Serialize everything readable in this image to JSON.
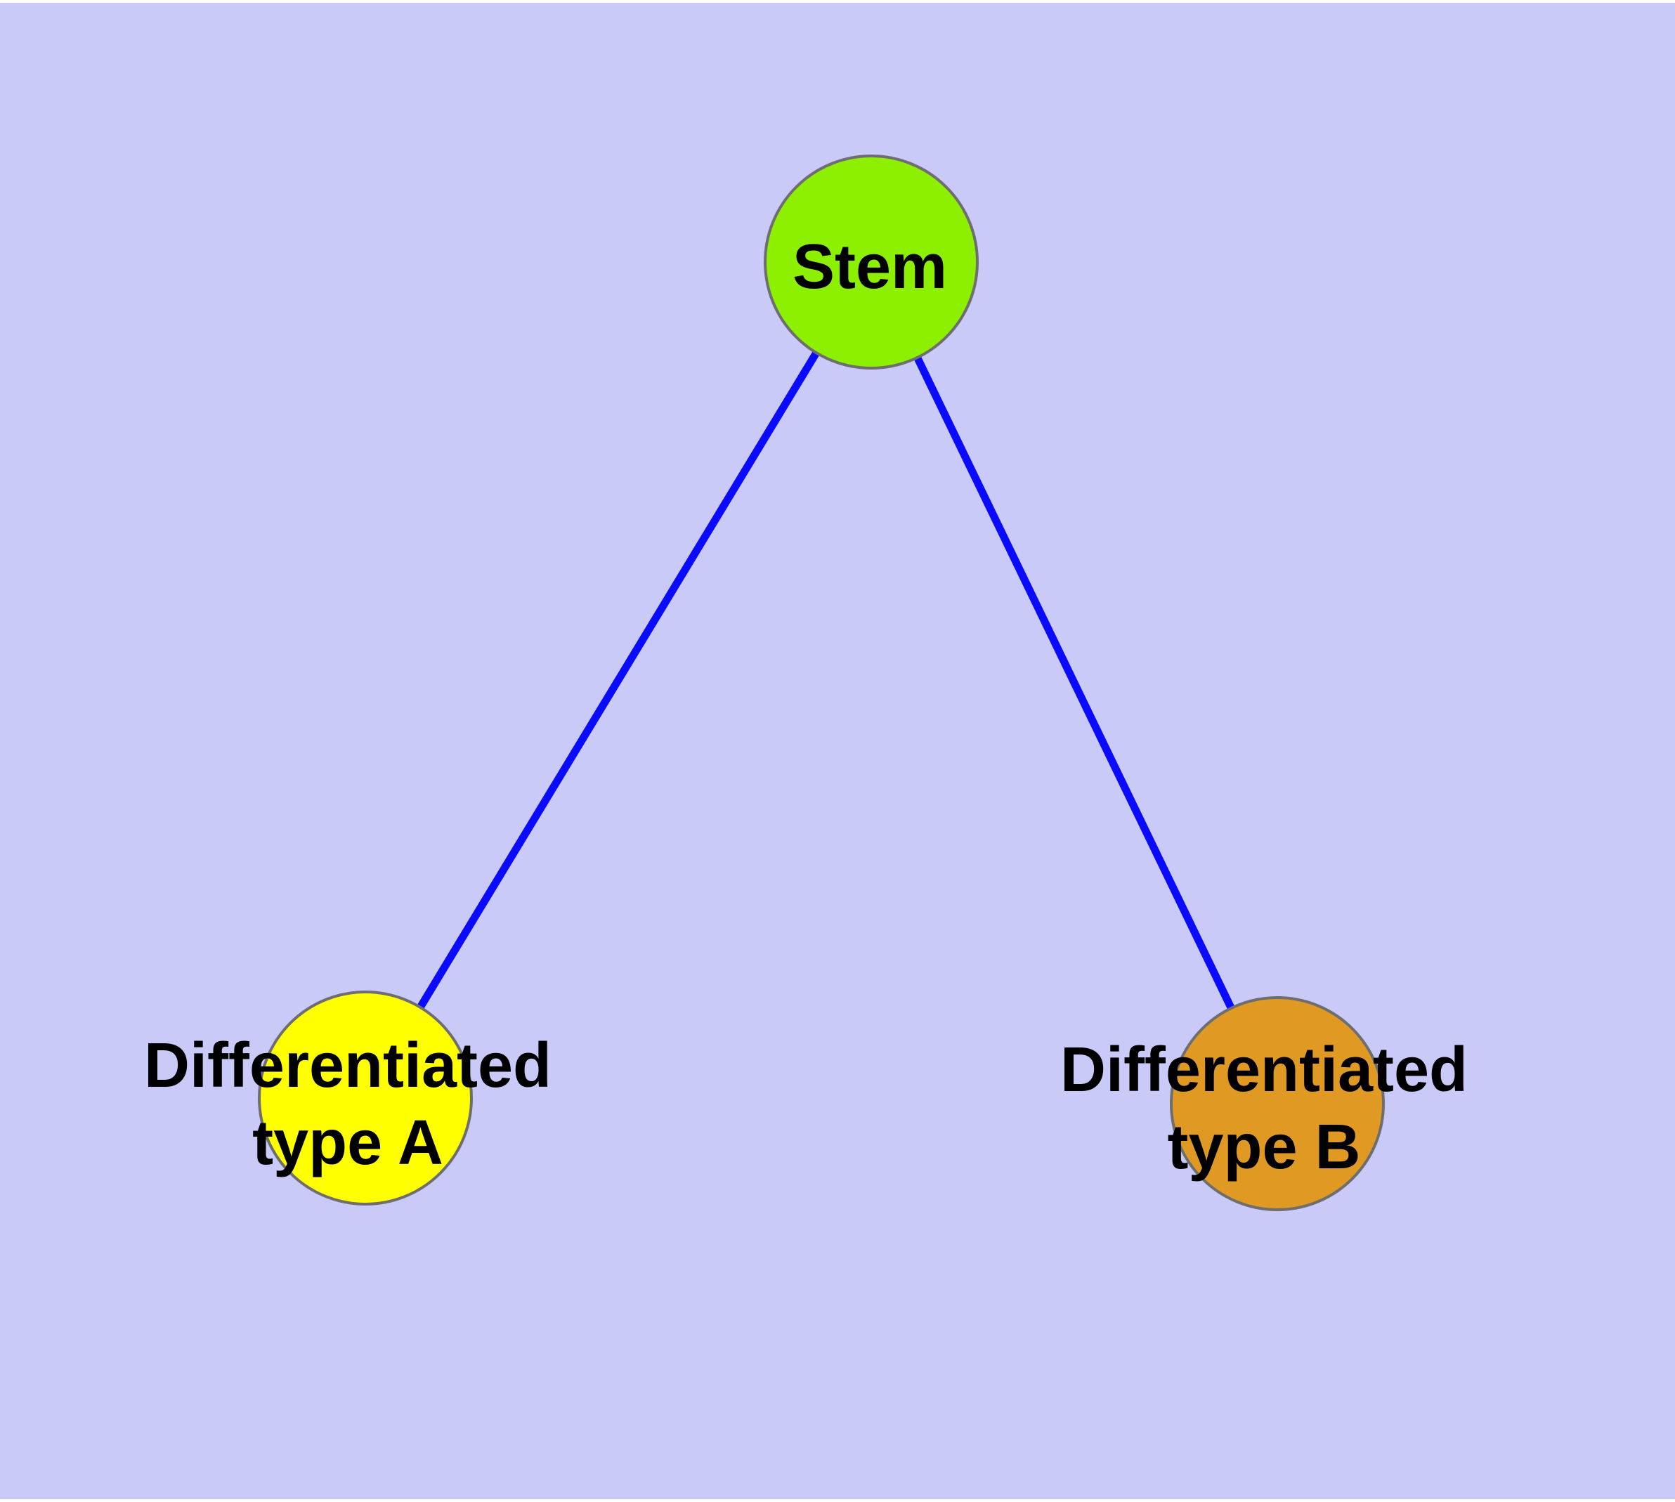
{
  "canvas": {
    "page_color": "#ffffff",
    "background_color": "#CACAF9"
  },
  "graph": {
    "nodes": [
      {
        "id": "stem",
        "label_lines": [
          "Stem"
        ],
        "fill": "#8CF000",
        "border": "#6E6E6E"
      },
      {
        "id": "differentiated-type-a",
        "label_lines": [
          "Differentiated",
          "type A"
        ],
        "fill": "#FFFF00",
        "border": "#6E6E6E"
      },
      {
        "id": "differentiated-type-b",
        "label_lines": [
          "Differentiated",
          "type B"
        ],
        "fill": "#E09A24",
        "border": "#6E6E6E"
      }
    ],
    "edges": [
      {
        "from": "stem",
        "to": "differentiated-type-a",
        "color": "#0A0AFF"
      },
      {
        "from": "stem",
        "to": "differentiated-type-b",
        "color": "#0A0AFF"
      }
    ]
  }
}
